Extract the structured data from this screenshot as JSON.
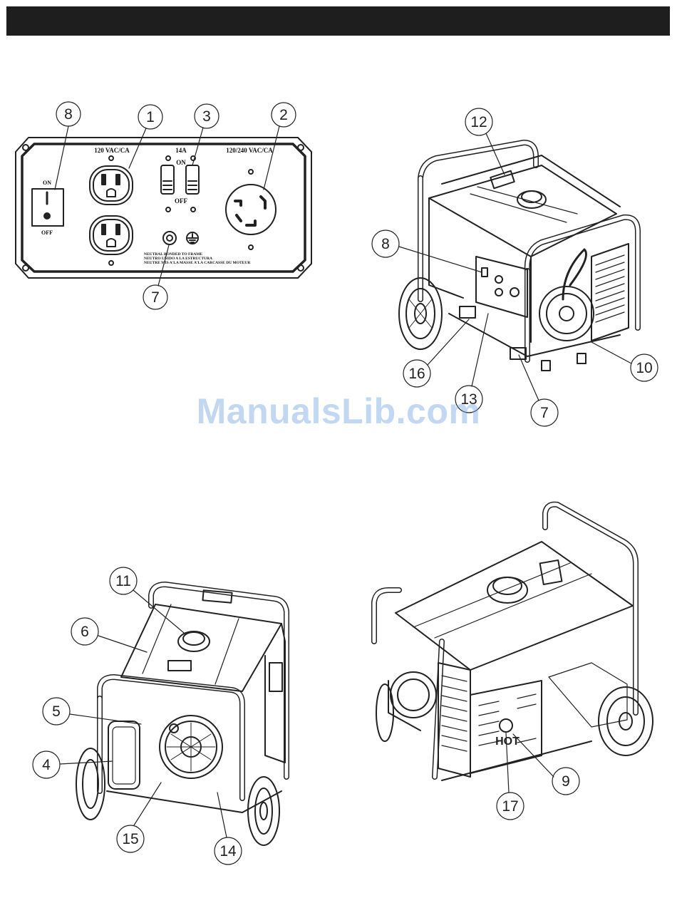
{
  "watermark": "ManualsLib.com",
  "panel": {
    "label_120": "120 VAC/CA",
    "label_14a": "14A",
    "label_on": "ON",
    "label_off": "OFF",
    "label_240": "120/240 VAC/CA",
    "switch_on": "ON",
    "switch_i": "I",
    "switch_off": "OFF",
    "neutral_1": "NEUTRAL BONDED TO FRAME",
    "neutral_2": "NEUTRO UNIDO A LA ESTRUCTURA",
    "neutral_3": "NEUTRE MIS A'LA MASSE A'LA CARCASSE DU MOTEUR"
  },
  "rear_label": "HOT",
  "callouts": {
    "c1": "1",
    "c2": "2",
    "c3": "3",
    "c7a": "7",
    "c8a": "8",
    "c12": "12",
    "c8b": "8",
    "c16": "16",
    "c13": "13",
    "c7b": "7",
    "c10": "10",
    "c11": "11",
    "c6": "6",
    "c5": "5",
    "c4": "4",
    "c15": "15",
    "c14": "14",
    "c17": "17",
    "c9": "9"
  }
}
